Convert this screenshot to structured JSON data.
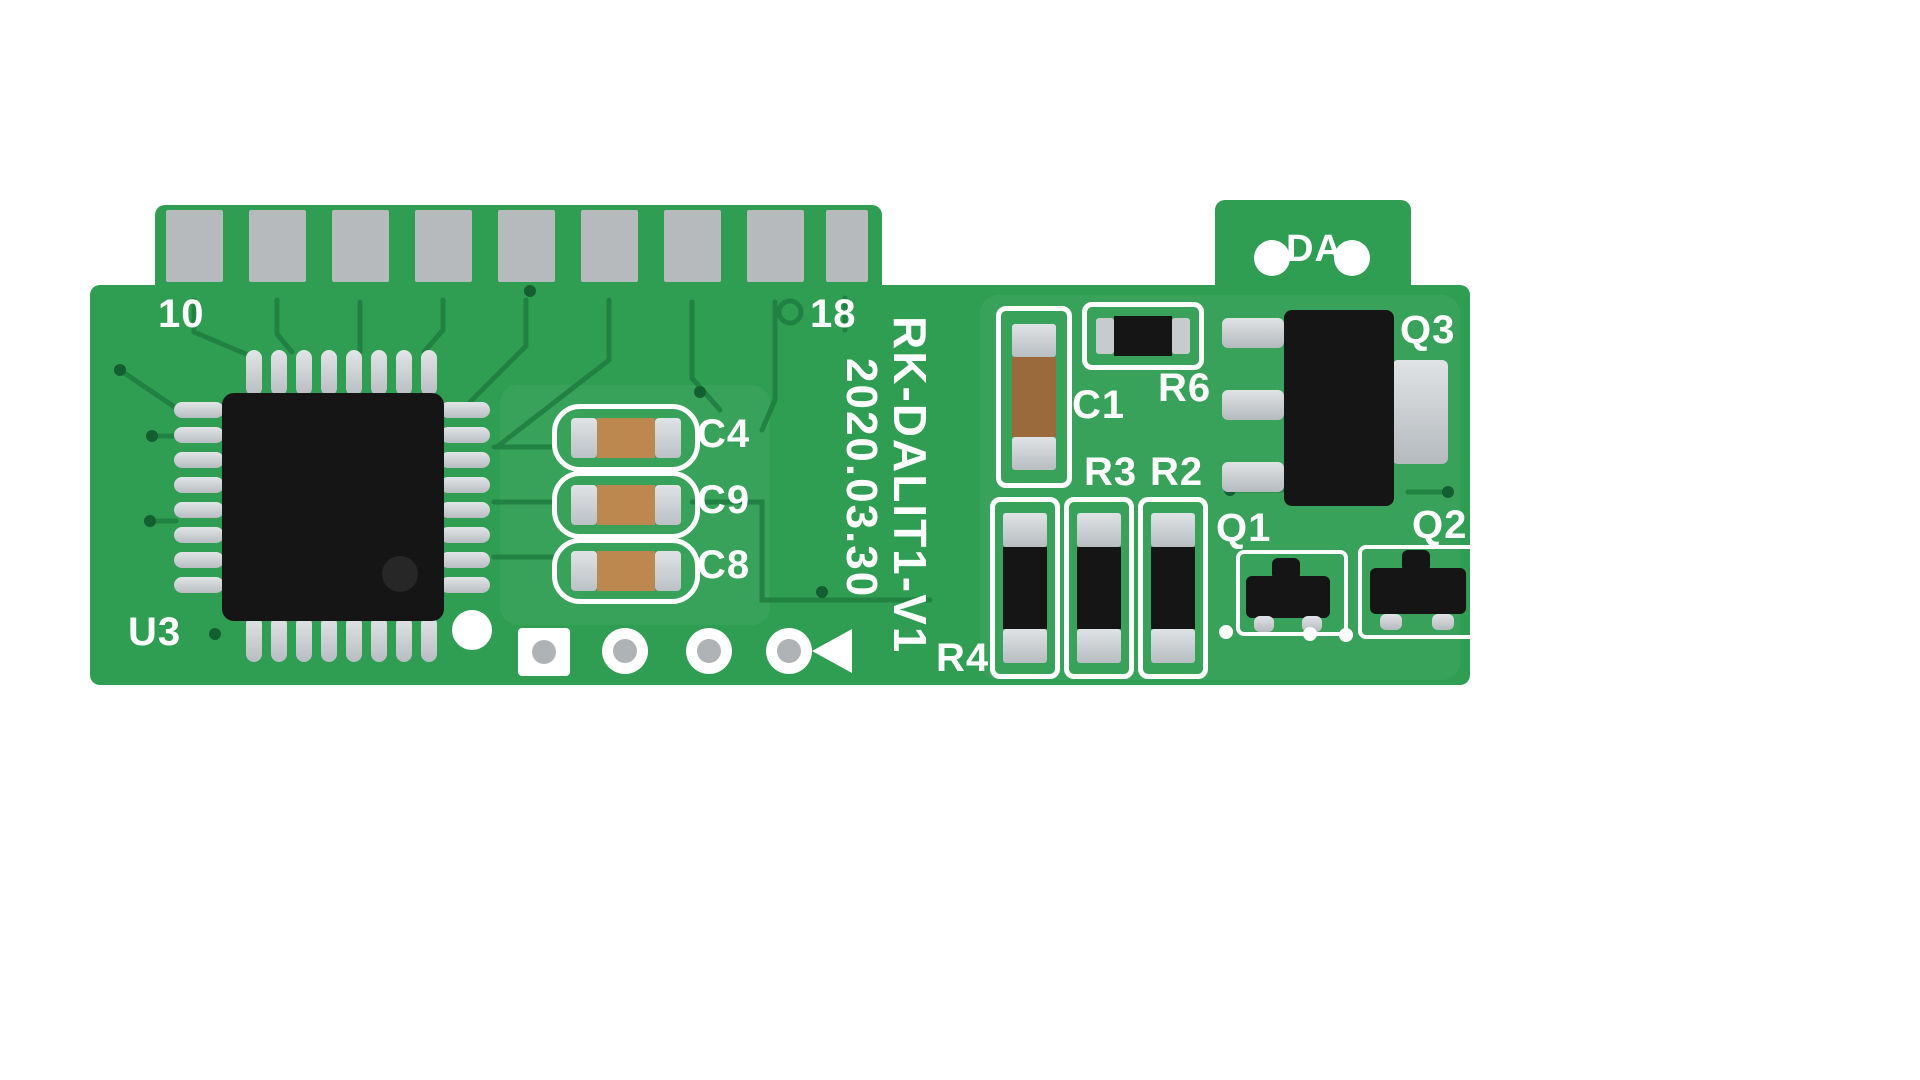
{
  "board": {
    "silkscreen": {
      "pin_10": "10",
      "pin_18": "18",
      "model": "RK-DALIT1-V1",
      "date": "2020.03.30",
      "u3": "U3",
      "c4": "C4",
      "c9": "C9",
      "c8": "C8",
      "c1": "C1",
      "r6": "R6",
      "r3": "R3",
      "r2": "R2",
      "r4": "R4",
      "q1": "Q1",
      "q2": "Q2",
      "q3": "Q3",
      "da": "DA"
    },
    "colors": {
      "background": "#ffffff",
      "board_green": "#2f9e52",
      "trace_green": "#1f7d40",
      "silkscreen_white": "#ffffff",
      "connector_pad_gray": "#b7babd",
      "component_black": "#151515",
      "ceramic_tan": "#bd8850",
      "electrolyte_brown": "#9a6a3c",
      "lead_silver": "#ccd0d3"
    }
  }
}
